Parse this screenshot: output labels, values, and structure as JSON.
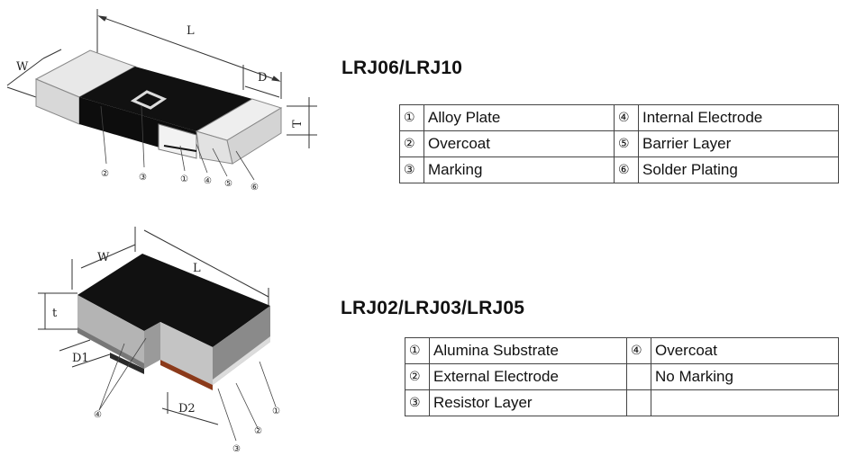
{
  "top": {
    "title": "LRJ06/LRJ10",
    "dims": {
      "L": "L",
      "W": "W",
      "D": "D",
      "T": "T"
    },
    "callouts": [
      "②",
      "③",
      "①",
      "④",
      "⑤",
      "⑥"
    ],
    "legend": [
      [
        {
          "num": "①",
          "label": "Alloy Plate"
        },
        {
          "num": "④",
          "label": "Internal Electrode"
        }
      ],
      [
        {
          "num": "②",
          "label": "Overcoat"
        },
        {
          "num": "⑤",
          "label": "Barrier Layer"
        }
      ],
      [
        {
          "num": "③",
          "label": "Marking"
        },
        {
          "num": "⑥",
          "label": "Solder Plating"
        }
      ]
    ]
  },
  "bottom": {
    "title": "LRJ02/LRJ03/LRJ05",
    "dims": {
      "W": "W",
      "L": "L",
      "t": "t",
      "D1": "D1",
      "D2": "D2"
    },
    "callouts": [
      "④",
      "③",
      "②",
      "①"
    ],
    "legend": [
      [
        {
          "num": "①",
          "label": "Alumina Substrate"
        },
        {
          "num": "④",
          "label": "Overcoat"
        }
      ],
      [
        {
          "num": "②",
          "label": "External Electrode"
        },
        {
          "num": "",
          "label": "No Marking"
        }
      ],
      [
        {
          "num": "③",
          "label": "Resistor Layer"
        },
        {
          "num": "",
          "label": ""
        }
      ]
    ]
  }
}
